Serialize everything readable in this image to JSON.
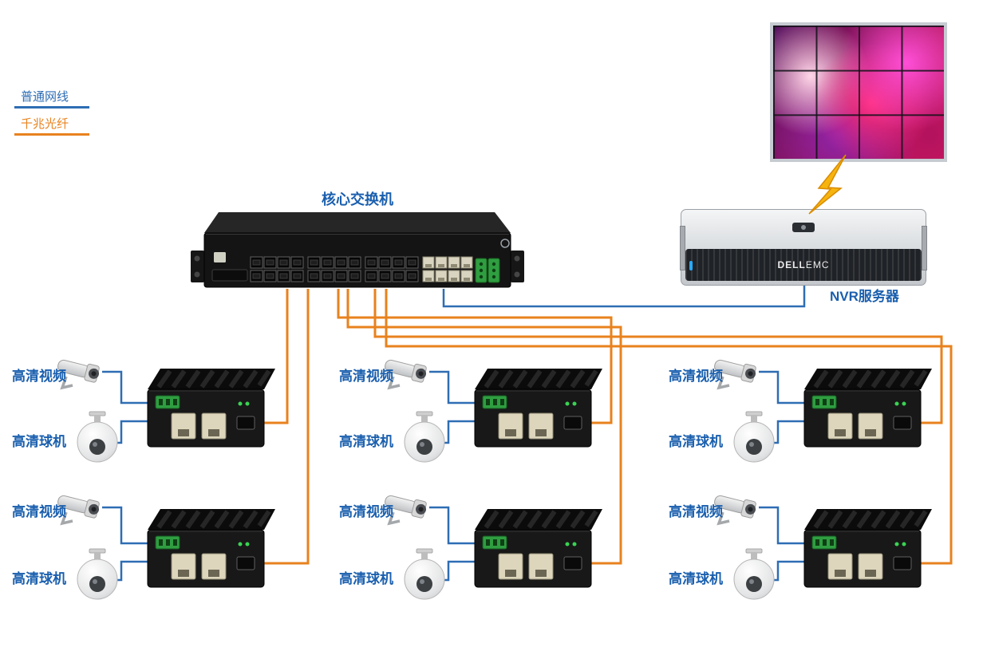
{
  "legend": {
    "items": [
      {
        "label": "普通网线",
        "color": "#2e6db4",
        "line_style": "solid"
      },
      {
        "label": "千兆光纤",
        "color": "#e8821e",
        "line_style": "solid"
      }
    ]
  },
  "core_switch": {
    "label": "核心交换机"
  },
  "nvr_server": {
    "label": "NVR服务器",
    "brand_dell": "DELL",
    "brand_emc": "EMC"
  },
  "groups": [
    {
      "position": "left-top",
      "camera_label": "高清视频",
      "dome_label": "高清球机"
    },
    {
      "position": "left-bottom",
      "camera_label": "高清视频",
      "dome_label": "高清球机"
    },
    {
      "position": "middle-top",
      "camera_label": "高清视频",
      "dome_label": "高清球机"
    },
    {
      "position": "middle-bottom",
      "camera_label": "高清视频",
      "dome_label": "高清球机"
    },
    {
      "position": "right-top",
      "camera_label": "高清视频",
      "dome_label": "高清球机"
    },
    {
      "position": "right-bottom",
      "camera_label": "高清视频",
      "dome_label": "高清球机"
    }
  ],
  "colors": {
    "cable_blue": "#2e6db4",
    "fiber_orange": "#e8821e",
    "label_blue": "#1a5fae"
  },
  "icons": {
    "camera": "bullet-camera-icon",
    "dome": "ptz-dome-camera-icon",
    "converter": "fiber-media-converter-icon",
    "switch": "core-switch-icon",
    "server": "rack-server-icon",
    "video_wall": "video-wall-icon",
    "lightning": "lightning-bolt-icon"
  }
}
